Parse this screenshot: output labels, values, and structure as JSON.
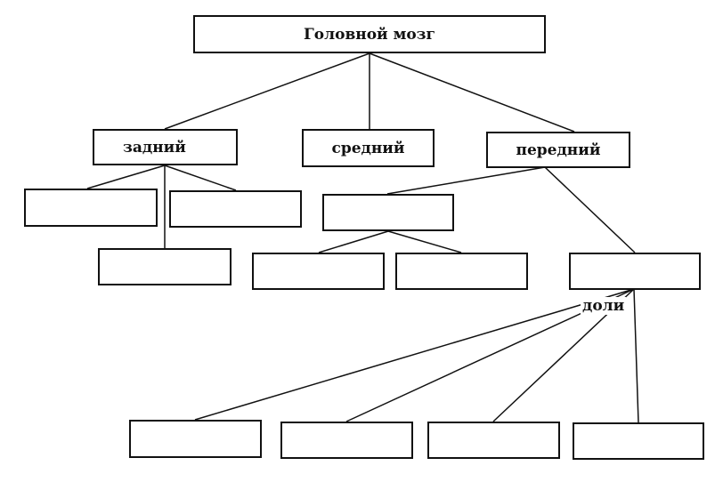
{
  "diagram": {
    "root": {
      "label": "Головной мозг"
    },
    "divisions": {
      "hind": {
        "label": "задний"
      },
      "mid": {
        "label": "средний"
      },
      "fore": {
        "label": "передний"
      }
    },
    "lobes_label": "доли"
  }
}
